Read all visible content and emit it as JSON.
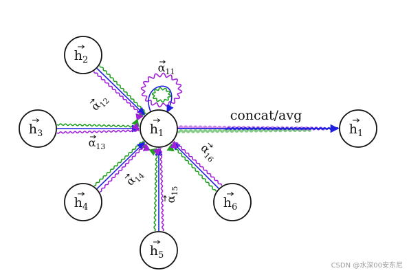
{
  "nodes": [
    {
      "id": "h1",
      "label": "h",
      "sub": "1"
    },
    {
      "id": "h2",
      "label": "h",
      "sub": "2"
    },
    {
      "id": "h3",
      "label": "h",
      "sub": "3"
    },
    {
      "id": "h4",
      "label": "h",
      "sub": "4"
    },
    {
      "id": "h5",
      "label": "h",
      "sub": "5"
    },
    {
      "id": "h6",
      "label": "h",
      "sub": "6"
    },
    {
      "id": "h1p",
      "label": "h",
      "sub": "1",
      "prime": "′"
    }
  ],
  "edges": [
    {
      "from": "h1",
      "to": "h1",
      "label_base": "α",
      "label_sub": "11"
    },
    {
      "from": "h2",
      "to": "h1",
      "label_base": "α",
      "label_sub": "12"
    },
    {
      "from": "h3",
      "to": "h1",
      "label_base": "α",
      "label_sub": "13"
    },
    {
      "from": "h4",
      "to": "h1",
      "label_base": "α",
      "label_sub": "14"
    },
    {
      "from": "h5",
      "to": "h1",
      "label_base": "α",
      "label_sub": "15"
    },
    {
      "from": "h6",
      "to": "h1",
      "label_base": "α",
      "label_sub": "16"
    }
  ],
  "output": {
    "from": "h1",
    "to": "h1p",
    "label": "concat/avg"
  },
  "head_colors": {
    "blue": "#1f1fe0",
    "green": "#22a022",
    "purple": "#a020d8"
  },
  "watermark": "CSDN @水深00安东尼"
}
